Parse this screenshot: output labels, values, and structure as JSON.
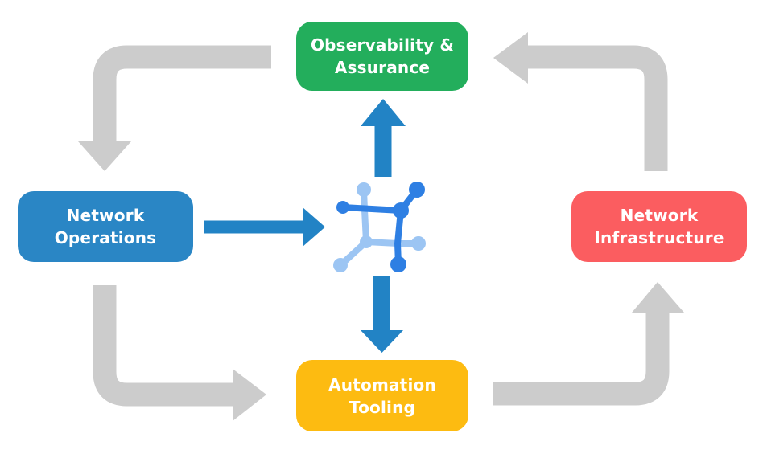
{
  "colors": {
    "background": "#ffffff",
    "arrow_gray": "#cccccc",
    "arrow_blue": "#2283c5",
    "icon_dark": "#2e7fe3",
    "icon_light": "#9cc5f3"
  },
  "nodes": {
    "observability": {
      "lines": [
        "Observability &",
        "Assurance"
      ],
      "color": "#23ae5c"
    },
    "operations": {
      "lines": [
        "Network",
        "Operations"
      ],
      "color": "#2a86c5"
    },
    "infrastructure": {
      "lines": [
        "Network",
        "Infrastructure"
      ],
      "color": "#fb5d60"
    },
    "automation": {
      "lines": [
        "Automation",
        "Tooling"
      ],
      "color": "#fdbb11"
    }
  }
}
